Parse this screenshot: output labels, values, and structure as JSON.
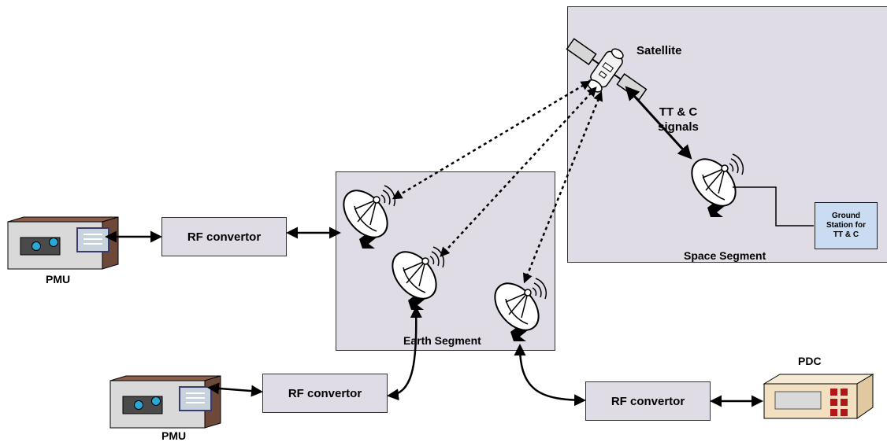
{
  "segments": {
    "space_label": "Space Segment",
    "earth_label": "Earth Segment"
  },
  "satellite": {
    "label": "Satellite",
    "signal_label_line1": "TT & C",
    "signal_label_line2": "signals"
  },
  "ground_station": {
    "line1": "Ground",
    "line2": "Station for",
    "line3": "TT & C"
  },
  "devices": {
    "pmu_top_label": "PMU",
    "pmu_bottom_label": "PMU",
    "pdc_label": "PDC"
  },
  "converters": {
    "left_label": "RF convertor",
    "bottom_label": "RF convertor",
    "right_label": "RF convertor"
  },
  "colors": {
    "segment_fill": "#e0dce6",
    "ground_station_fill": "#c9dcf2",
    "pdc_fill": "#f3e0c0",
    "pdc_buttons": "#b01818",
    "pmu_indicator": "#2aa9d9"
  },
  "icons": [
    "satellite-icon",
    "dish-antenna-icon",
    "pmu-device-icon",
    "pdc-device-icon"
  ]
}
